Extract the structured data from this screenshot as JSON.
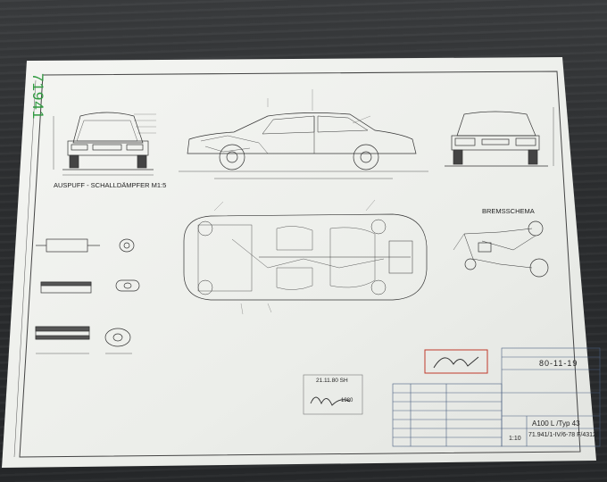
{
  "sheet": {
    "number": "71941",
    "section_exhaust": "AUSPUFF - SCHALLDÄMPFER M1:5",
    "section_brakes": "BREMSSCHEMA",
    "sheet_date": "80-11-19",
    "model": "A100 L /Typ 43",
    "drawing_code": "71.941/1-IV/6-78 F/4312/",
    "scale": "1:10",
    "review_stamp": "21.11.80 SH",
    "stamp_year": "1980"
  },
  "colors": {
    "paper": "#eceeea",
    "ink": "#2a2a2a",
    "stamp_green": "#2f9a3f",
    "stamp_red": "#c0392b",
    "table_blue": "#3a6ea5"
  }
}
